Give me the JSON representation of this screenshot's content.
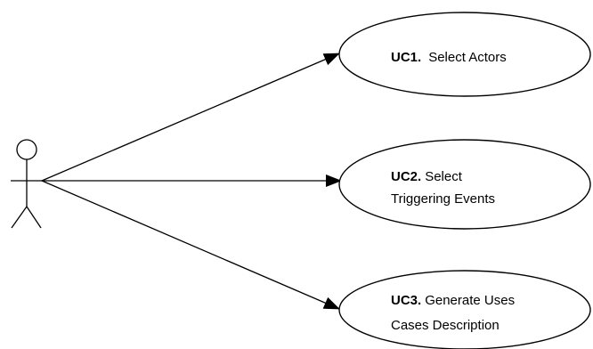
{
  "use_cases": [
    {
      "id": "UC1.",
      "lines": [
        "Select Actors"
      ]
    },
    {
      "id": "UC2.",
      "lines": [
        "Select",
        "Triggering Events"
      ]
    },
    {
      "id": "UC3.",
      "lines": [
        "Generate Uses",
        "Cases Description"
      ]
    }
  ]
}
